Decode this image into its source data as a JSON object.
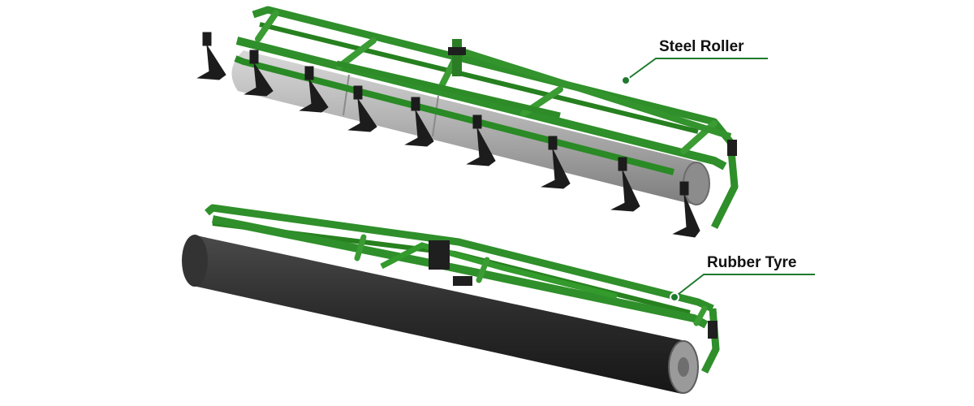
{
  "colors": {
    "frame_green": "#2f8f2a",
    "frame_green_dark": "#1f6b1c",
    "frame_green_light": "#48a83f",
    "callout_green": "#1f7a2e",
    "steel_grey": "#a9a9a9",
    "rubber_black": "#2a2a2a",
    "tine_black": "#1c1c1c"
  },
  "callouts": {
    "steel_roller": "Steel Roller",
    "rubber_tyre": "Rubber Tyre"
  },
  "products": [
    {
      "name": "steel-roller-implement",
      "icon": "steel-roller-implement-illustration"
    },
    {
      "name": "rubber-tyre-roller-implement",
      "icon": "rubber-tyre-roller-implement-illustration"
    }
  ]
}
